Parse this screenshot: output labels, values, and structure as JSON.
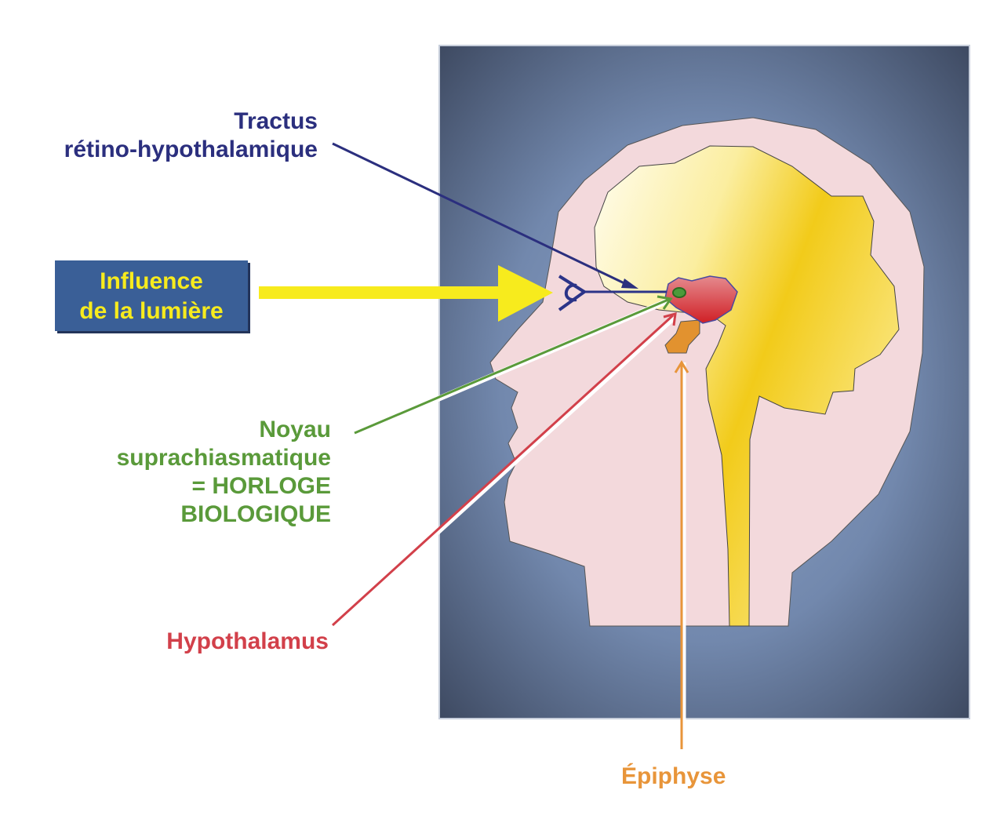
{
  "labels": {
    "tractus": [
      "Tractus",
      "rétino-hypothalamique"
    ],
    "light_box": [
      "Influence",
      "de la lumière"
    ],
    "noyau": [
      "Noyau",
      "suprachiasmatique",
      "= HORLOGE",
      "BIOLOGIQUE"
    ],
    "hypothalamus": "Hypothalamus",
    "epiphyse": "Épiphyse"
  },
  "colors": {
    "tractus": "#2b2f7e",
    "noyau": "#5a9a3a",
    "hypothalamus": "#d2404a",
    "epiphyse": "#e8953a",
    "light": "#f7eb1d",
    "box": "#3a5f97"
  }
}
